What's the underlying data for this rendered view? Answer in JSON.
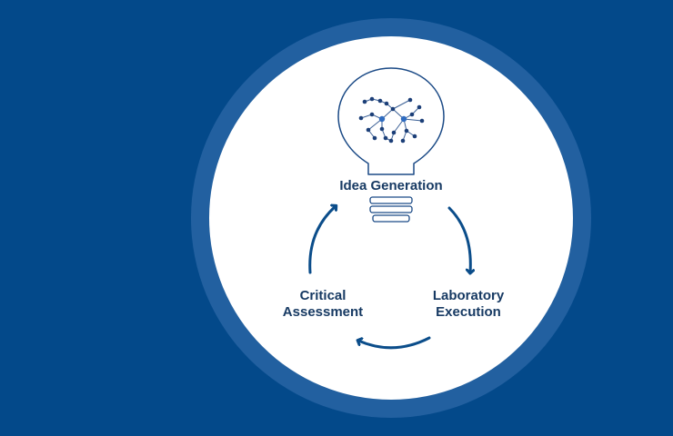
{
  "colors": {
    "background": "#03498a",
    "outer_ring": "#2260a0",
    "inner_circle": "#ffffff",
    "text": "#173a63",
    "arrow": "#0b4d8a"
  },
  "diagram": {
    "center_icon": "lightbulb-molecule-icon",
    "stages": {
      "idea_generation": {
        "label": "Idea Generation"
      },
      "laboratory_execution": {
        "line1": "Laboratory",
        "line2": "Execution"
      },
      "critical_assessment": {
        "line1": "Critical",
        "line2": "Assessment"
      }
    },
    "cycle_arrows": [
      "idea-to-lab-arrow-icon",
      "lab-to-assessment-arrow-icon",
      "assessment-to-idea-arrow-icon"
    ]
  }
}
